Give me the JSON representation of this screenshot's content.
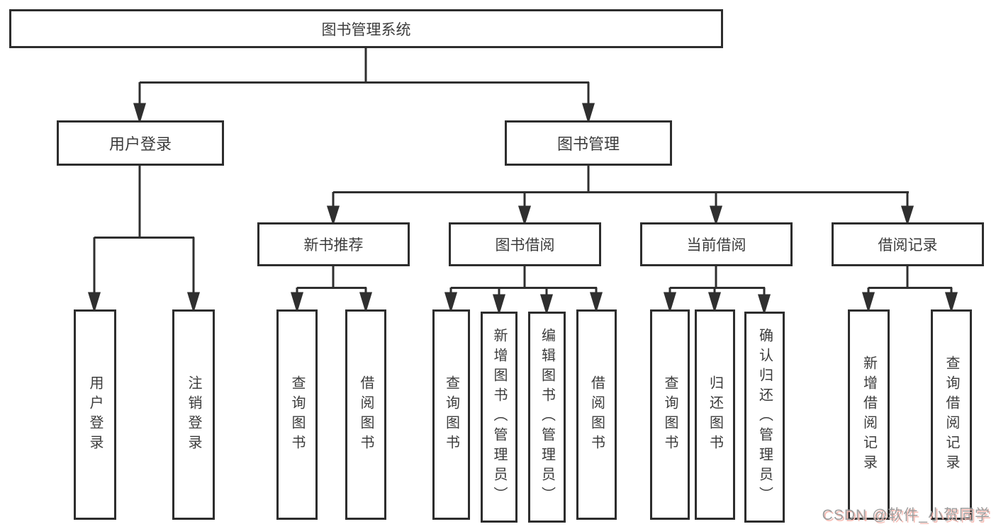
{
  "diagram": {
    "title": "图书管理系统",
    "user_login": {
      "label": "用户登录",
      "children": {
        "login": "用户登录",
        "logout": "注销登录"
      }
    },
    "book_management": {
      "label": "图书管理",
      "new_book_recommend": {
        "label": "新书推荐",
        "children": {
          "query_books": "查询图书",
          "borrow_books": "借阅图书"
        }
      },
      "book_borrowing": {
        "label": "图书借阅",
        "children": {
          "query_books": "查询图书",
          "add_books": "新增图书（管理员）",
          "edit_books": "编辑图书（管理员）",
          "borrow_books": "借阅图书"
        }
      },
      "current_borrowing": {
        "label": "当前借阅",
        "children": {
          "query_books": "查询图书",
          "return_books": "归还图书",
          "confirm_return": "确认归还（管理员）"
        }
      },
      "borrowing_records": {
        "label": "借阅记录",
        "children": {
          "add_record": "新增借阅记录",
          "query_record": "查询借阅记录"
        }
      }
    }
  },
  "watermark": "CSDN @软件_小贺同学",
  "colors": {
    "line": "#2f2f2f",
    "box_border": "#2d2d2d",
    "text": "#3c3c3c",
    "background": "#ffffff",
    "watermark_text": "#9e9e9e",
    "watermark_shadow": "#f5bcb4"
  }
}
